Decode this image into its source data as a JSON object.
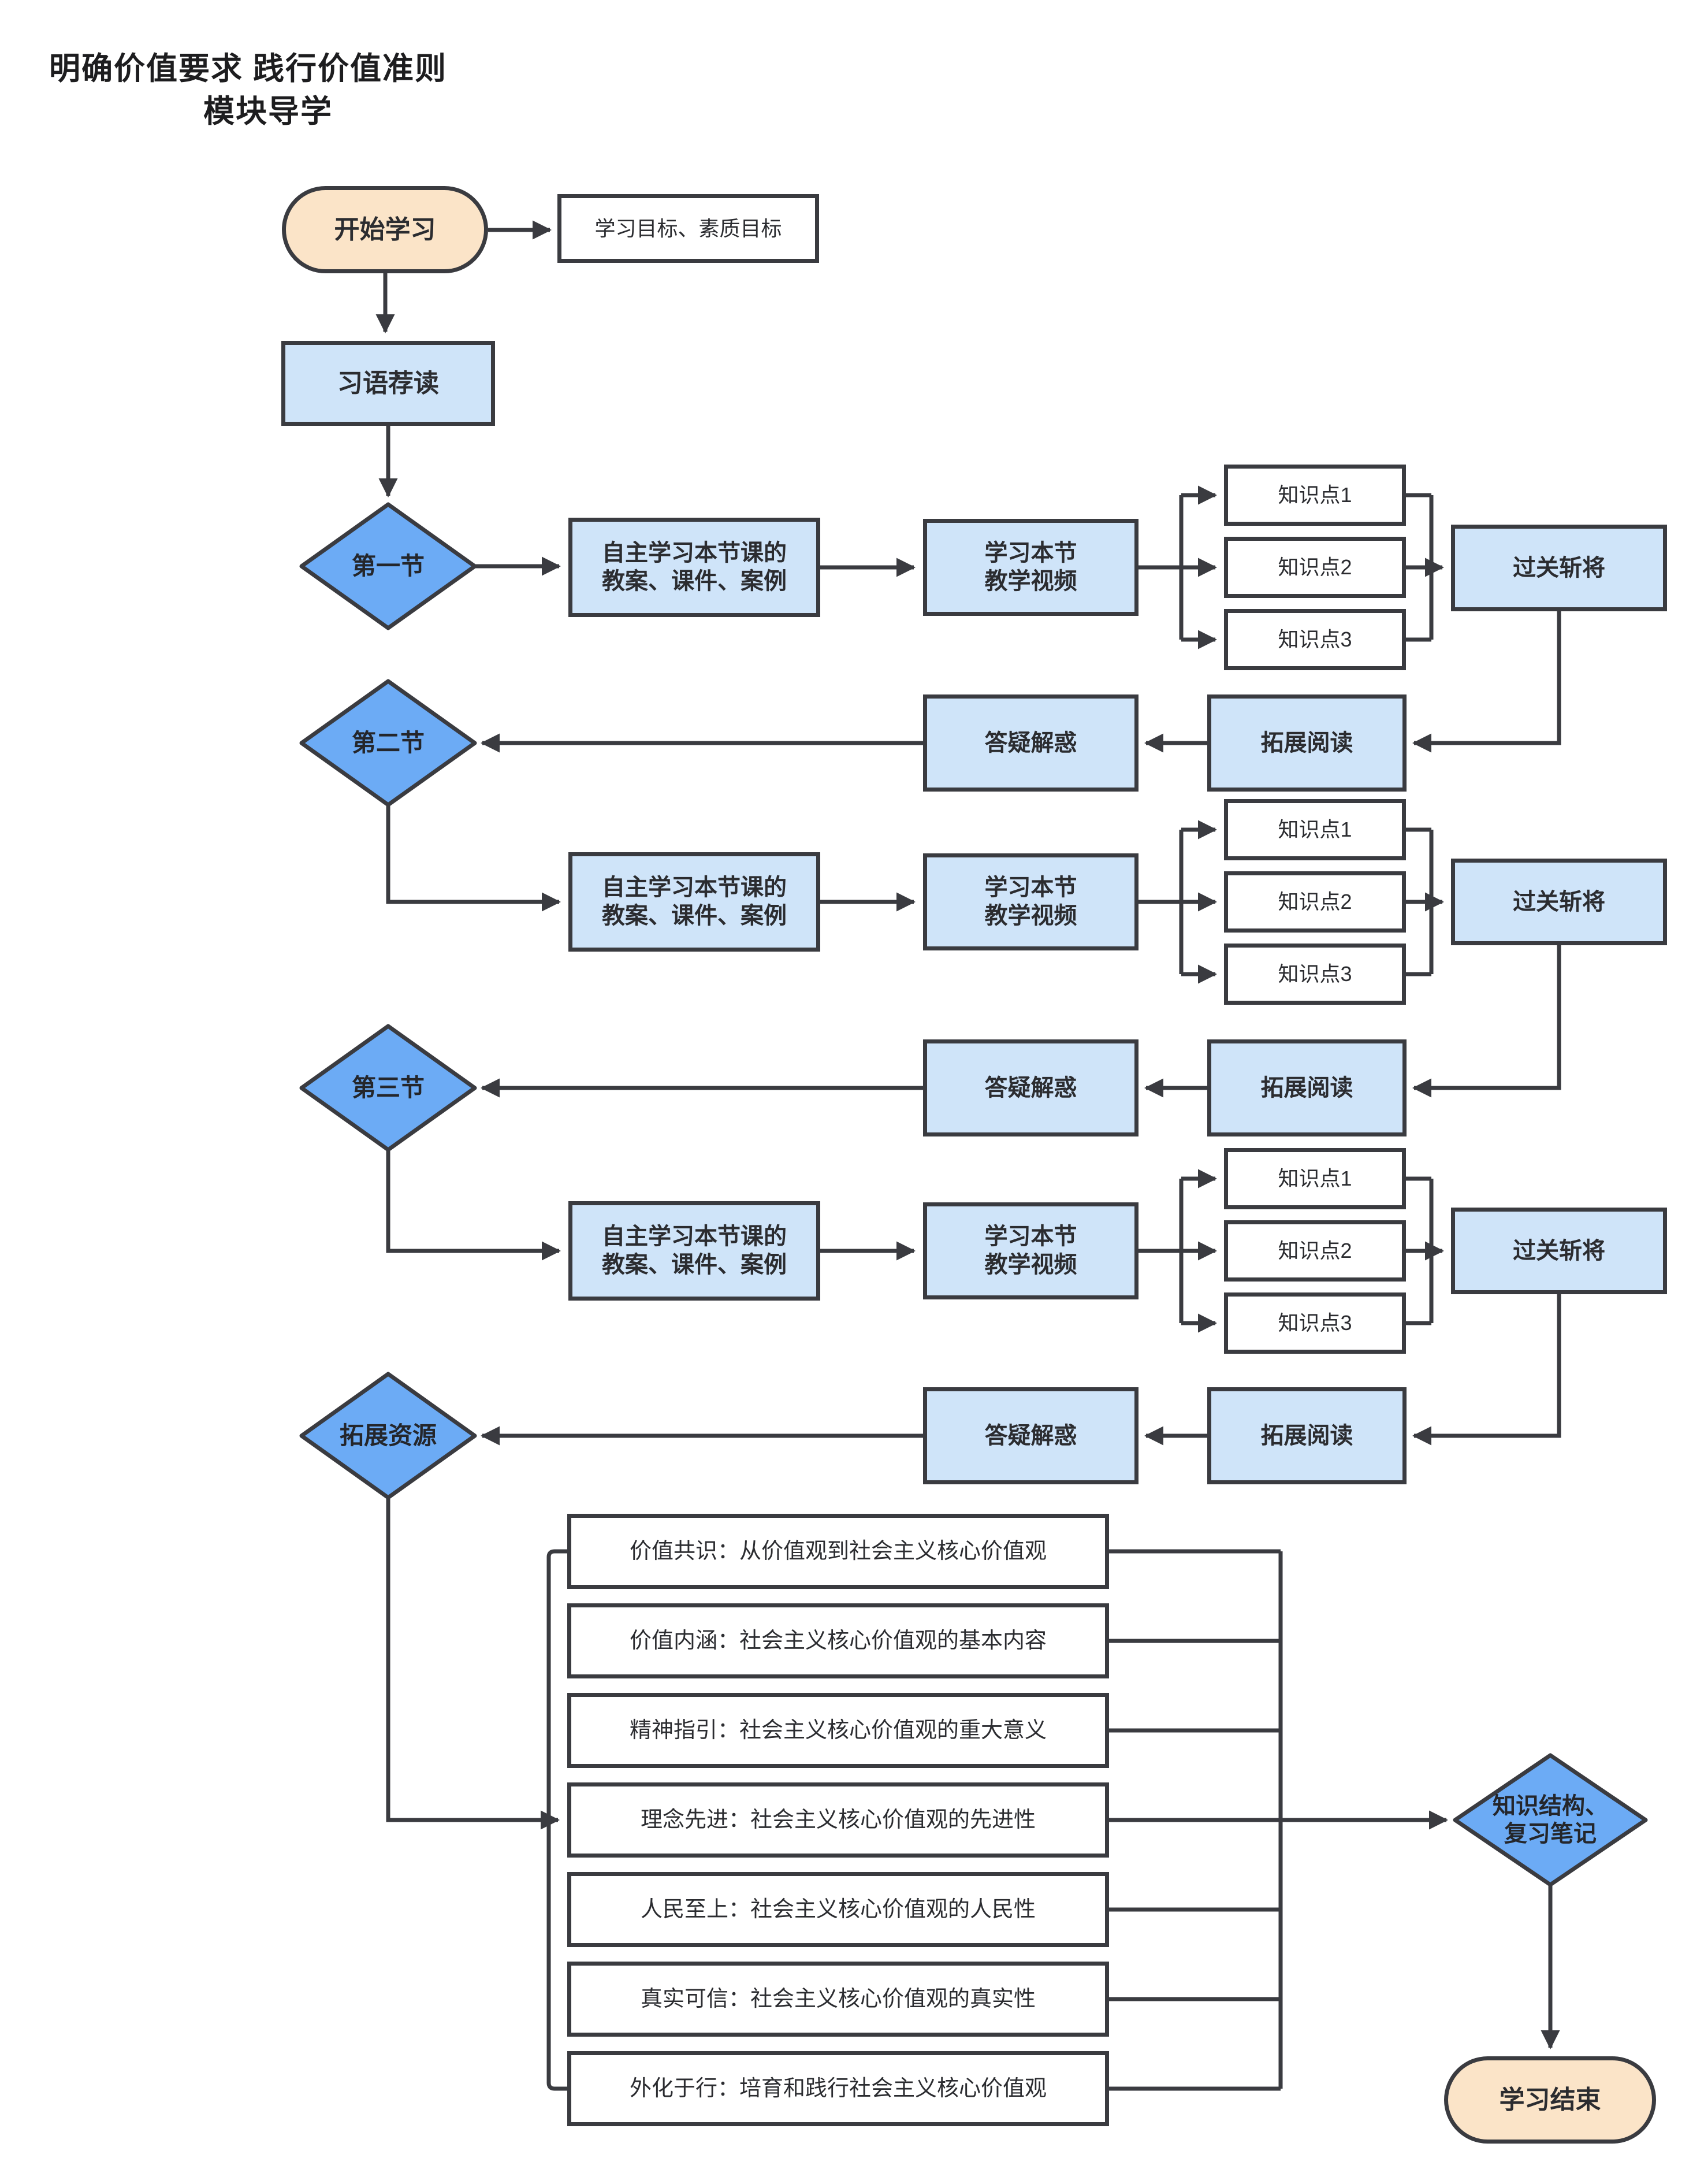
{
  "title": {
    "line1": "明确价值要求 践行价值准则",
    "line2": "模块导学"
  },
  "start": "开始学习",
  "goals": "学习目标、素质目标",
  "idiom": "习语荐读",
  "sections": [
    {
      "name": "第一节",
      "study1": "自主学习本节课的",
      "study2": "教案、课件、案例",
      "video1": "学习本节",
      "video2": "教学视频",
      "kp": [
        "知识点1",
        "知识点2",
        "知识点3"
      ],
      "pass": "过关斩将",
      "reading": "拓展阅读",
      "qa": "答疑解惑"
    },
    {
      "name": "第二节",
      "study1": "自主学习本节课的",
      "study2": "教案、课件、案例",
      "video1": "学习本节",
      "video2": "教学视频",
      "kp": [
        "知识点1",
        "知识点2",
        "知识点3"
      ],
      "pass": "过关斩将",
      "reading": "拓展阅读",
      "qa": "答疑解惑"
    },
    {
      "name": "第三节",
      "study1": "自主学习本节课的",
      "study2": "教案、课件、案例",
      "video1": "学习本节",
      "video2": "教学视频",
      "kp": [
        "知识点1",
        "知识点2",
        "知识点3"
      ],
      "pass": "过关斩将",
      "reading": "拓展阅读",
      "qa": "答疑解惑"
    }
  ],
  "resources": {
    "name": "拓展资源",
    "items": [
      "价值共识：从价值观到社会主义核心价值观",
      "价值内涵：社会主义核心价值观的基本内容",
      "精神指引：社会主义核心价值观的重大意义",
      "理念先进：社会主义核心价值观的先进性",
      "人民至上：社会主义核心价值观的人民性",
      "真实可信：社会主义核心价值观的真实性",
      "外化于行：培育和践行社会主义核心价值观"
    ]
  },
  "summary": {
    "line1": "知识结构、",
    "line2": "复习笔记"
  },
  "end": "学习结束",
  "colors": {
    "diamond_blue": "#6cabf5",
    "box_blue": "#cfe4f9",
    "terminator_peach": "#fbe4c8",
    "line_dark": "#3a3b40",
    "white": "#ffffff"
  }
}
